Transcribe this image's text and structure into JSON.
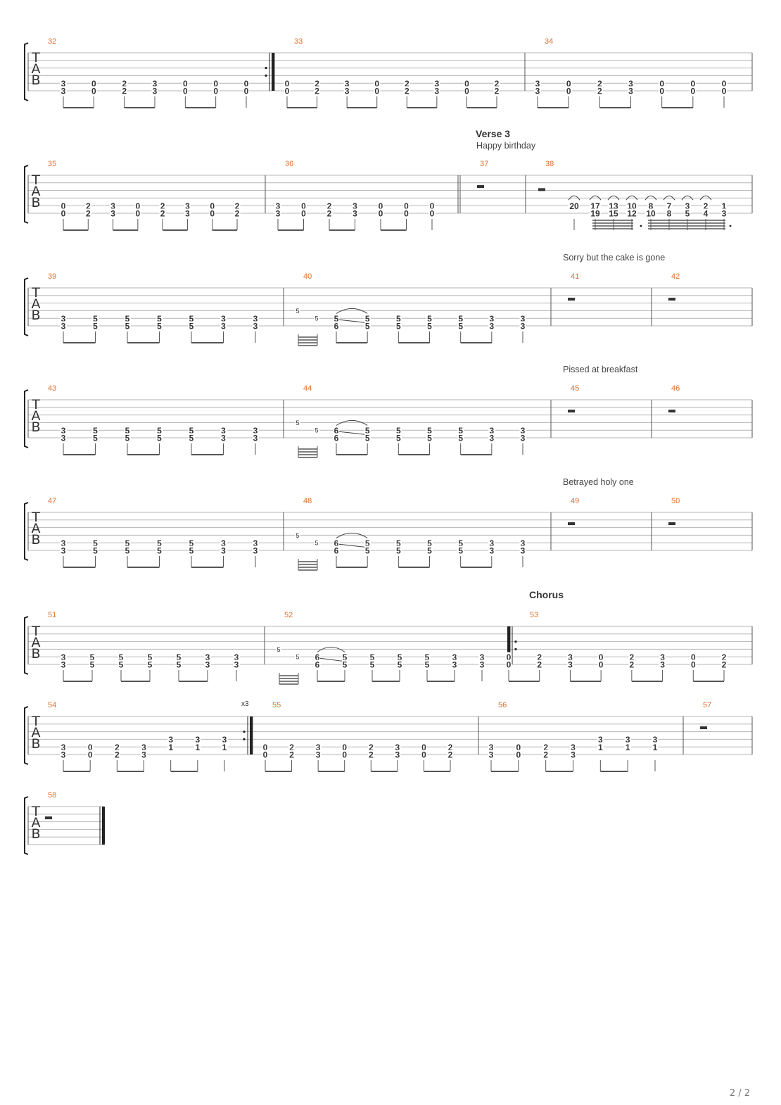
{
  "page_number": "2 / 2",
  "colors": {
    "measure_number": "#e07030",
    "staff_line": "#b5b5b5",
    "ink": "#333333"
  },
  "systems": [
    {
      "measures": [
        {
          "number": "32",
          "repeat_end": true,
          "beats": [
            {
              "s5": "3",
              "s6": "3"
            },
            {
              "s5": "0",
              "s6": "0"
            },
            {
              "s5": "2",
              "s6": "2"
            },
            {
              "s5": "3",
              "s6": "3"
            },
            {
              "s5": "0",
              "s6": "0"
            },
            {
              "s5": "0",
              "s6": "0"
            },
            {
              "s5": "0",
              "s6": "0"
            }
          ]
        },
        {
          "number": "33",
          "beats": [
            {
              "s5": "0",
              "s6": "0"
            },
            {
              "s5": "2",
              "s6": "2"
            },
            {
              "s5": "3",
              "s6": "3"
            },
            {
              "s5": "0",
              "s6": "0"
            },
            {
              "s5": "2",
              "s6": "2"
            },
            {
              "s5": "3",
              "s6": "3"
            },
            {
              "s5": "0",
              "s6": "0"
            },
            {
              "s5": "2",
              "s6": "2"
            }
          ]
        },
        {
          "number": "34",
          "beats": [
            {
              "s5": "3",
              "s6": "3"
            },
            {
              "s5": "0",
              "s6": "0"
            },
            {
              "s5": "2",
              "s6": "2"
            },
            {
              "s5": "3",
              "s6": "3"
            },
            {
              "s5": "0",
              "s6": "0"
            },
            {
              "s5": "0",
              "s6": "0"
            },
            {
              "s5": "0",
              "s6": "0"
            }
          ]
        }
      ]
    },
    {
      "section": "Verse 3",
      "lyric": "Happy birthday",
      "measures": [
        {
          "number": "35",
          "beats": [
            {
              "s5": "0",
              "s6": "0"
            },
            {
              "s5": "2",
              "s6": "2"
            },
            {
              "s5": "3",
              "s6": "3"
            },
            {
              "s5": "0",
              "s6": "0"
            },
            {
              "s5": "2",
              "s6": "2"
            },
            {
              "s5": "3",
              "s6": "3"
            },
            {
              "s5": "0",
              "s6": "0"
            },
            {
              "s5": "2",
              "s6": "2"
            }
          ]
        },
        {
          "number": "36",
          "double_bar_end": true,
          "beats": [
            {
              "s5": "3",
              "s6": "3"
            },
            {
              "s5": "0",
              "s6": "0"
            },
            {
              "s5": "2",
              "s6": "2"
            },
            {
              "s5": "3",
              "s6": "3"
            },
            {
              "s5": "0",
              "s6": "0"
            },
            {
              "s5": "0",
              "s6": "0"
            },
            {
              "s5": "0",
              "s6": "0"
            }
          ]
        },
        {
          "number": "37",
          "rest": true
        },
        {
          "number": "38",
          "rest": true,
          "fill": true,
          "beats": [
            {
              "s5": "20"
            },
            {
              "s5": "17",
              "s6": "19"
            },
            {
              "s5": "13",
              "s6": "15"
            },
            {
              "s5": "10",
              "s6": "12"
            },
            {
              "s5": "8",
              "s6": "10"
            },
            {
              "s5": "7",
              "s6": "8"
            },
            {
              "s5": "3",
              "s6": "5"
            },
            {
              "s5": "2",
              "s6": "4"
            },
            {
              "s5": "1",
              "s6": "3"
            }
          ]
        }
      ]
    },
    {
      "lyric": "Sorry but the cake is gone",
      "measures": [
        {
          "number": "39",
          "beats": [
            {
              "s5": "3",
              "s6": "3"
            },
            {
              "s5": "5",
              "s6": "5"
            },
            {
              "s5": "5",
              "s6": "5"
            },
            {
              "s5": "5",
              "s6": "5"
            },
            {
              "s5": "5",
              "s6": "5"
            },
            {
              "s5": "3",
              "s6": "3"
            },
            {
              "s5": "3",
              "s6": "3"
            }
          ]
        },
        {
          "number": "40",
          "grace": [
            "5",
            "5"
          ],
          "beats": [
            {
              "s5": "5",
              "s6": "6"
            },
            {
              "s5": "5",
              "s6": "5"
            },
            {
              "s5": "5",
              "s6": "5"
            },
            {
              "s5": "5",
              "s6": "5"
            },
            {
              "s5": "5",
              "s6": "5"
            },
            {
              "s5": "3",
              "s6": "3"
            },
            {
              "s5": "3",
              "s6": "3"
            }
          ]
        },
        {
          "number": "41",
          "rest": true
        },
        {
          "number": "42",
          "rest": true
        }
      ]
    },
    {
      "lyric": "Pissed at breakfast",
      "measures": [
        {
          "number": "43",
          "beats": [
            {
              "s5": "3",
              "s6": "3"
            },
            {
              "s5": "5",
              "s6": "5"
            },
            {
              "s5": "5",
              "s6": "5"
            },
            {
              "s5": "5",
              "s6": "5"
            },
            {
              "s5": "5",
              "s6": "5"
            },
            {
              "s5": "3",
              "s6": "3"
            },
            {
              "s5": "3",
              "s6": "3"
            }
          ]
        },
        {
          "number": "44",
          "grace": [
            "5",
            "5"
          ],
          "beats": [
            {
              "s5": "6",
              "s6": "6"
            },
            {
              "s5": "5",
              "s6": "5"
            },
            {
              "s5": "5",
              "s6": "5"
            },
            {
              "s5": "5",
              "s6": "5"
            },
            {
              "s5": "5",
              "s6": "5"
            },
            {
              "s5": "3",
              "s6": "3"
            },
            {
              "s5": "3",
              "s6": "3"
            }
          ]
        },
        {
          "number": "45",
          "rest": true
        },
        {
          "number": "46",
          "rest": true
        }
      ]
    },
    {
      "lyric": "Betrayed holy one",
      "measures": [
        {
          "number": "47",
          "beats": [
            {
              "s5": "3",
              "s6": "3"
            },
            {
              "s5": "5",
              "s6": "5"
            },
            {
              "s5": "5",
              "s6": "5"
            },
            {
              "s5": "5",
              "s6": "5"
            },
            {
              "s5": "5",
              "s6": "5"
            },
            {
              "s5": "3",
              "s6": "3"
            },
            {
              "s5": "3",
              "s6": "3"
            }
          ]
        },
        {
          "number": "48",
          "grace": [
            "5",
            "5"
          ],
          "beats": [
            {
              "s5": "6",
              "s6": "6"
            },
            {
              "s5": "5",
              "s6": "5"
            },
            {
              "s5": "5",
              "s6": "5"
            },
            {
              "s5": "5",
              "s6": "5"
            },
            {
              "s5": "5",
              "s6": "5"
            },
            {
              "s5": "3",
              "s6": "3"
            },
            {
              "s5": "3",
              "s6": "3"
            }
          ]
        },
        {
          "number": "49",
          "rest": true
        },
        {
          "number": "50",
          "rest": true
        }
      ]
    },
    {
      "section": "Chorus",
      "measures": [
        {
          "number": "51",
          "beats": [
            {
              "s5": "3",
              "s6": "3"
            },
            {
              "s5": "5",
              "s6": "5"
            },
            {
              "s5": "5",
              "s6": "5"
            },
            {
              "s5": "5",
              "s6": "5"
            },
            {
              "s5": "5",
              "s6": "5"
            },
            {
              "s5": "3",
              "s6": "3"
            },
            {
              "s5": "3",
              "s6": "3"
            }
          ]
        },
        {
          "number": "52",
          "grace": [
            "5",
            "5"
          ],
          "beats": [
            {
              "s5": "6",
              "s6": "6"
            },
            {
              "s5": "5",
              "s6": "5"
            },
            {
              "s5": "5",
              "s6": "5"
            },
            {
              "s5": "5",
              "s6": "5"
            },
            {
              "s5": "5",
              "s6": "5"
            },
            {
              "s5": "3",
              "s6": "3"
            },
            {
              "s5": "3",
              "s6": "3"
            }
          ]
        },
        {
          "number": "53",
          "repeat_start": true,
          "beats": [
            {
              "s5": "0",
              "s6": "0"
            },
            {
              "s5": "2",
              "s6": "2"
            },
            {
              "s5": "3",
              "s6": "3"
            },
            {
              "s5": "0",
              "s6": "0"
            },
            {
              "s5": "2",
              "s6": "2"
            },
            {
              "s5": "3",
              "s6": "3"
            },
            {
              "s5": "0",
              "s6": "0"
            },
            {
              "s5": "2",
              "s6": "2"
            }
          ]
        }
      ]
    },
    {
      "measures": [
        {
          "number": "54",
          "repeat_end": true,
          "repeat_count": "x3",
          "beats": [
            {
              "s5": "3",
              "s6": "3"
            },
            {
              "s5": "0",
              "s6": "0"
            },
            {
              "s5": "2",
              "s6": "2"
            },
            {
              "s5": "3",
              "s6": "3"
            },
            {
              "s4": "3",
              "s5": "1"
            },
            {
              "s4": "3",
              "s5": "1"
            },
            {
              "s4": "3",
              "s5": "1"
            }
          ]
        },
        {
          "number": "55",
          "beats": [
            {
              "s5": "0",
              "s6": "0"
            },
            {
              "s5": "2",
              "s6": "2"
            },
            {
              "s5": "3",
              "s6": "3"
            },
            {
              "s5": "0",
              "s6": "0"
            },
            {
              "s5": "2",
              "s6": "2"
            },
            {
              "s5": "3",
              "s6": "3"
            },
            {
              "s5": "0",
              "s6": "0"
            },
            {
              "s5": "2",
              "s6": "2"
            }
          ]
        },
        {
          "number": "56",
          "beats": [
            {
              "s5": "3",
              "s6": "3"
            },
            {
              "s5": "0",
              "s6": "0"
            },
            {
              "s5": "2",
              "s6": "2"
            },
            {
              "s5": "3",
              "s6": "3"
            },
            {
              "s4": "3",
              "s5": "1"
            },
            {
              "s4": "3",
              "s5": "1"
            },
            {
              "s4": "3",
              "s5": "1"
            }
          ]
        },
        {
          "number": "57",
          "rest": true
        }
      ]
    },
    {
      "measures": [
        {
          "number": "58",
          "rest": true,
          "final": true
        }
      ]
    }
  ]
}
